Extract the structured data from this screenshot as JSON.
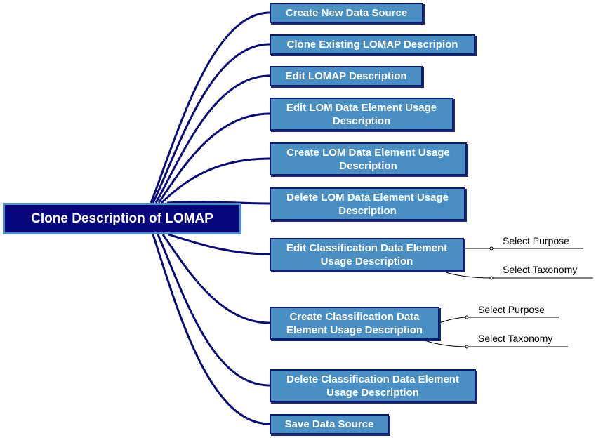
{
  "root": {
    "label": "Clone Description of LOMAP"
  },
  "branches": [
    {
      "label": "Create New Data Source"
    },
    {
      "label": "Clone Existing LOMAP Descripion"
    },
    {
      "label": "Edit LOMAP Description"
    },
    {
      "label": "Edit LOM Data Element Usage Description"
    },
    {
      "label": "Create LOM Data Element Usage Description"
    },
    {
      "label": "Delete LOM Data Element Usage Description"
    },
    {
      "label": "Edit Classification Data Element Usage Description",
      "children": [
        "Select Purpose",
        "Select Taxonomy"
      ]
    },
    {
      "label": "Create Classification Data Element Usage Description",
      "children": [
        "Select Purpose",
        "Select Taxonomy"
      ]
    },
    {
      "label": "Delete Classification Data Element Usage Description"
    },
    {
      "label": "Save Data Source"
    }
  ],
  "colors": {
    "root_fill": "#06067a",
    "node_fill": "#4a8fc4",
    "line": "#0a0a7a"
  }
}
